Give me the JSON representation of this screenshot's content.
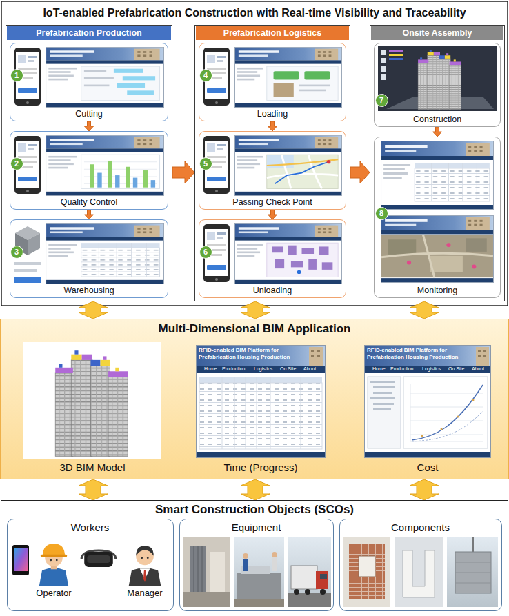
{
  "diagram": {
    "title": "IoT-enabled Prefabrication Construction with Real-time Visibility and Traceability",
    "nodes": [
      {
        "text": [
          "Prefabrication Production"
        ]
      },
      {
        "text": [
          "Cutting"
        ],
        "in": 0
      },
      {
        "text": [
          "1"
        ],
        "in": 1
      },
      {
        "text": [
          "Quality Control"
        ],
        "in": 0
      },
      {
        "text": [
          "2"
        ],
        "in": 3
      },
      {
        "text": [
          "Warehousing"
        ],
        "in": 0
      },
      {
        "text": [
          "3"
        ],
        "in": 5
      },
      {
        "text": [
          "Prefabrication Logistics"
        ]
      },
      {
        "text": [
          "Loading"
        ],
        "in": 7
      },
      {
        "text": [
          "4"
        ],
        "in": 8
      },
      {
        "text": [
          "Passing Check Point"
        ],
        "in": 7
      },
      {
        "text": [
          "5"
        ],
        "in": 10
      },
      {
        "text": [
          "Unloading"
        ],
        "in": 7
      },
      {
        "text": [
          "6"
        ],
        "in": 12
      },
      {
        "text": [
          "Onsite Assembly"
        ]
      },
      {
        "text": [
          "Construction"
        ],
        "in": 14
      },
      {
        "text": [
          "7"
        ],
        "in": 15
      },
      {
        "text": [
          "Monitoring"
        ],
        "in": 14
      },
      {
        "text": [
          "8"
        ],
        "in": 17
      },
      {
        "text": [
          "Multi-Dimensional BIM Application"
        ]
      },
      {
        "text": [
          "3D BIM Model"
        ],
        "in": 19
      },
      {
        "text": [
          "Time (Progress)"
        ],
        "in": 19
      },
      {
        "text": [
          "Cost"
        ],
        "in": 19
      },
      {
        "text": [
          "Smart Construction Objects (SCOs)"
        ]
      },
      {
        "text": [
          "Workers"
        ],
        "in": 23
      },
      {
        "text": [
          "Equipment"
        ],
        "in": 23
      },
      {
        "text": [
          "Components"
        ],
        "in": 23
      }
    ],
    "edges": [
      {
        "from": 1,
        "to": 3,
        "arrow": "to"
      },
      {
        "from": 3,
        "to": 5,
        "arrow": "to"
      },
      {
        "from": 8,
        "to": 10,
        "arrow": "to"
      },
      {
        "from": 10,
        "to": 12,
        "arrow": "to"
      },
      {
        "from": 15,
        "to": 17,
        "arrow": "to"
      },
      {
        "from": 0,
        "to": 7,
        "arrow": "to"
      },
      {
        "from": 7,
        "to": 14,
        "arrow": "to"
      },
      {
        "from": 0,
        "to": 19,
        "arrow": "both"
      },
      {
        "from": 7,
        "to": 19,
        "arrow": "both"
      },
      {
        "from": 14,
        "to": 19,
        "arrow": "both"
      },
      {
        "from": 19,
        "to": 23,
        "arrow": "both"
      },
      {
        "from": 19,
        "to": 23,
        "arrow": "both"
      },
      {
        "from": 19,
        "to": 23,
        "arrow": "both"
      }
    ],
    "labels": [
      "Operator",
      "Manager",
      "RFID-enabled BIM Platform for Prefabrication Housing Production",
      "Home",
      "Production",
      "Logistics",
      "On Site",
      "About",
      "RFID-enabled BIM Platform for Prefabrication Housing Production",
      "Home",
      "Production",
      "Logistics",
      "On Site",
      "About"
    ]
  }
}
